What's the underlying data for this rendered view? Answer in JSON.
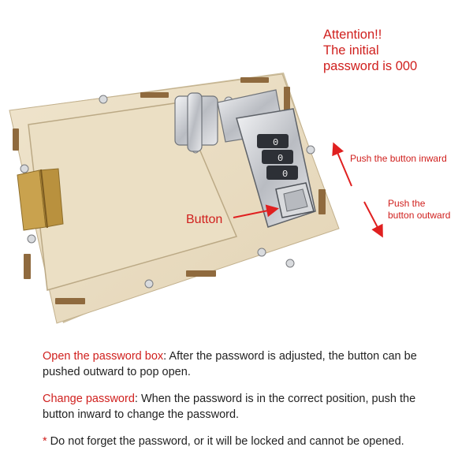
{
  "attention": {
    "line1": "Attention!!",
    "line2": "The initial",
    "line3": "password is 000"
  },
  "annotations": {
    "push_inward": "Push the button inward",
    "push_outward_line1": "Push the",
    "push_outward_line2": "button outward",
    "button_label": "Button"
  },
  "instructions": {
    "open": {
      "title": "Open the password box",
      "text": ": After the password is adjusted, the button can be pushed outward to pop open."
    },
    "change": {
      "title": "Change password",
      "text": ": When the password is in the correct position, push the button inward to change the password."
    },
    "warning": {
      "mark": "*",
      "text": " Do not forget the password, or it will be locked and cannot be opened."
    }
  },
  "lock_digits": [
    "0",
    "0",
    "0"
  ],
  "colors": {
    "accent_red": "#d0201e",
    "wood": "#e9dcc2",
    "metal": "#c9ccd1"
  }
}
